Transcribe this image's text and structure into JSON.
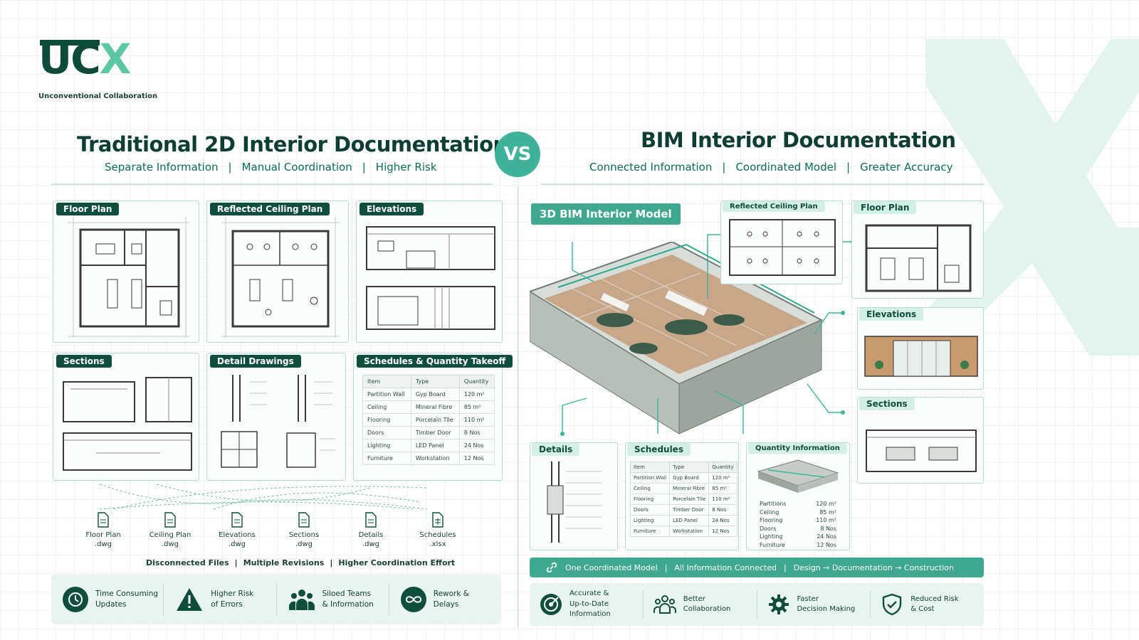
{
  "brand": {
    "logo_uc": "UC",
    "logo_x": "X",
    "tagline": "Unconventional Collaboration"
  },
  "left": {
    "title": "Traditional 2D Interior Documentation",
    "subtitle": [
      "Separate Information",
      "Manual Coordination",
      "Higher Risk"
    ],
    "panels": {
      "floor_plan": "Floor Plan",
      "ceiling_plan": "Reflected Ceiling Plan",
      "elevations": "Elevations",
      "sections": "Sections",
      "details": "Detail Drawings",
      "schedules": "Schedules & Quantity Takeoff"
    },
    "schedule": {
      "headers": [
        "Item",
        "Type",
        "Quantity"
      ],
      "rows": [
        [
          "Partition Wall",
          "Gyp Board",
          "120 m²"
        ],
        [
          "Ceiling",
          "Mineral Fibre",
          "85 m²"
        ],
        [
          "Flooring",
          "Porcelain Tile",
          "110 m²"
        ],
        [
          "Doors",
          "Timber Door",
          "8 Nos"
        ],
        [
          "Lighting",
          "LED Panel",
          "24 Nos"
        ],
        [
          "Furniture",
          "Workstation",
          "12 Nos"
        ]
      ]
    },
    "files": [
      {
        "name": "Floor Plan",
        "ext": ".dwg"
      },
      {
        "name": "Ceiling Plan",
        "ext": ".dwg"
      },
      {
        "name": "Elevations",
        "ext": ".dwg"
      },
      {
        "name": "Sections",
        "ext": ".dwg"
      },
      {
        "name": "Details",
        "ext": ".dwg"
      },
      {
        "name": "Schedules",
        "ext": ".xlsx"
      }
    ],
    "files_note": [
      "Disconnected Files",
      "Multiple Revisions",
      "Higher Coordination Effort"
    ],
    "issues": [
      {
        "line1": "Time Consuming",
        "line2": "Updates",
        "icon": "clock-icon"
      },
      {
        "line1": "Higher Risk",
        "line2": "of Errors",
        "icon": "warning-icon"
      },
      {
        "line1": "Siloed Teams",
        "line2": "& Information",
        "icon": "team-icon"
      },
      {
        "line1": "Rework &",
        "line2": "Delays",
        "icon": "infinity-icon"
      }
    ]
  },
  "vs": "VS",
  "right": {
    "title": "BIM Interior Documentation",
    "subtitle": [
      "Connected Information",
      "Coordinated Model",
      "Greater Accuracy"
    ],
    "panels": {
      "model": "3D BIM Interior Model",
      "ceiling_plan": "Reflected Ceiling Plan",
      "floor_plan": "Floor Plan",
      "elevations": "Elevations",
      "sections": "Sections",
      "details": "Details",
      "schedules": "Schedules",
      "quantity": "Quantity Information"
    },
    "schedule": {
      "headers": [
        "Item",
        "Type",
        "Quantity"
      ],
      "rows": [
        [
          "Partition Wall",
          "Gyp Board",
          "120 m²"
        ],
        [
          "Ceiling",
          "Mineral Fibre",
          "85 m²"
        ],
        [
          "Flooring",
          "Porcelain Tile",
          "110 m²"
        ],
        [
          "Doors",
          "Timber Door",
          "8 Nos"
        ],
        [
          "Lighting",
          "LED Panel",
          "24 Nos"
        ],
        [
          "Furniture",
          "Workstation",
          "12 Nos"
        ]
      ]
    },
    "quantities": [
      [
        "Partitions",
        "120 m²"
      ],
      [
        "Ceiling",
        "85 m²"
      ],
      [
        "Flooring",
        "110 m²"
      ],
      [
        "Doors",
        "8 Nos"
      ],
      [
        "Lighting",
        "24 Nos"
      ],
      [
        "Furniture",
        "12 Nos"
      ]
    ],
    "bar": [
      "One Coordinated Model",
      "All Information Connected",
      "Design → Documentation → Construction"
    ],
    "benefits": [
      {
        "line1": "Accurate &",
        "line2": "Up-to-Date Information",
        "icon": "target-icon"
      },
      {
        "line1": "Better",
        "line2": "Collaboration",
        "icon": "team-icon"
      },
      {
        "line1": "Faster",
        "line2": "Decision Making",
        "icon": "gear-icon"
      },
      {
        "line1": "Reduced Risk",
        "line2": "& Cost",
        "icon": "shield-check-icon"
      }
    ]
  },
  "colors": {
    "dark": "#0f4d3d",
    "accent": "#3fb39a",
    "pale": "#e9f4f0"
  }
}
